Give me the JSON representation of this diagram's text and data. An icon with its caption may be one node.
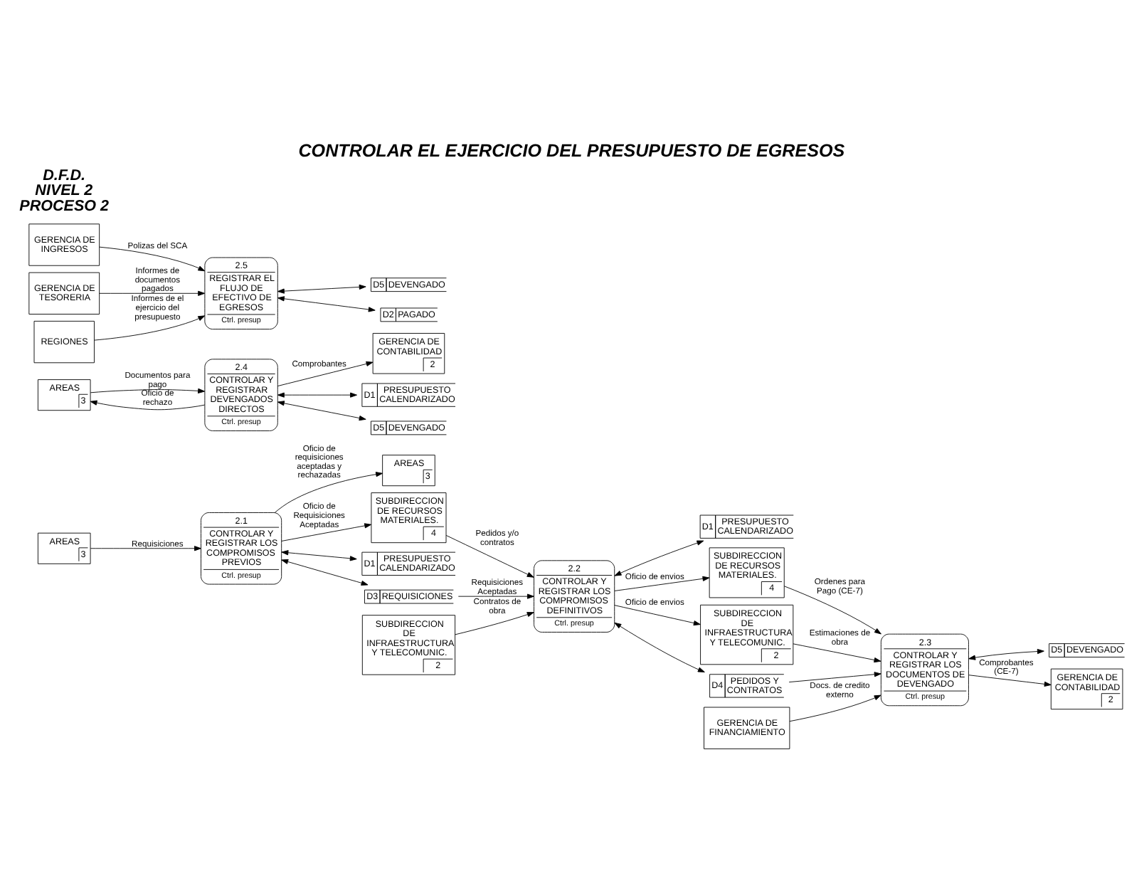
{
  "diagram": {
    "title": "CONTROLAR EL EJERCICIO DEL PRESUPUESTO DE EGRESOS",
    "nodes": [
      {
        "text": [
          "AREAS",
          "3"
        ]
      },
      {
        "text": [
          "2.1",
          "CONTROLAR Y REGISTRAR LOS COMPROMISOS PREVIOS",
          "Ctrl. presup"
        ]
      },
      {
        "text": [
          "AREAS",
          "3"
        ]
      },
      {
        "text": [
          "SUBDIRECCION DE RECURSOS MATERIALES.",
          "4"
        ]
      },
      {
        "text": [
          "D1",
          "PRESUPUESTO CALENDARIZADO"
        ]
      },
      {
        "text": [
          "D3",
          "REQUISICIONES"
        ]
      },
      {
        "text": [
          "2.2",
          "CONTROLAR Y REGISTRAR LOS COMPROMISOS DEFINITIVOS",
          "Ctrl. presup"
        ]
      },
      {
        "text": [
          "SUBDIRECCION DE INFRAESTRUCTURA Y TELECOMUNIC.",
          "2"
        ]
      },
      {
        "text": [
          "D1",
          "PRESUPUESTO CALENDARIZADO"
        ]
      },
      {
        "text": [
          "GERENCIA DE FINANCIAMIENTO"
        ]
      },
      {
        "text": [
          "SUBDIRECCION DE RECURSOS MATERIALES.",
          "4"
        ]
      },
      {
        "text": [
          "SUBDIRECCION DE INFRAESTRUCTURA Y TELECOMUNIC.",
          "2"
        ]
      },
      {
        "text": [
          "2.3",
          "CONTROLAR Y REGISTRAR LOS DOCUMENTOS DE DEVENGADO",
          "Ctrl. presup"
        ]
      },
      {
        "text": [
          "D4",
          "PEDIDOS Y CONTRATOS"
        ]
      },
      {
        "text": [
          "D5",
          "DEVENGADO"
        ]
      },
      {
        "text": [
          "GERENCIA DE CONTABILIDAD",
          "2"
        ]
      },
      {
        "text": [
          "AREAS",
          "3"
        ]
      },
      {
        "text": [
          "2.4",
          "CONTROLAR Y REGISTRAR DEVENGADOS DIRECTOS",
          "Ctrl. presup"
        ]
      },
      {
        "text": [
          "GERENCIA DE CONTABILIDAD",
          "2"
        ]
      },
      {
        "text": [
          "D1",
          "PRESUPUESTO CALENDARIZADO"
        ]
      },
      {
        "text": [
          "D5",
          "DEVENGADO"
        ]
      },
      {
        "text": [
          "GERENCIA DE INGRESOS"
        ]
      },
      {
        "text": [
          "GERENCIA DE TESORERIA"
        ]
      },
      {
        "text": [
          "REGIONES"
        ]
      },
      {
        "text": [
          "2.5",
          "REGISTRAR EL FLUJO DE EFECTIVO DE EGRESOS",
          "Ctrl. presup"
        ]
      },
      {
        "text": [
          "D5",
          "DEVENGADO"
        ]
      },
      {
        "text": [
          "D2",
          "PAGADO"
        ]
      }
    ],
    "edges": [
      {
        "from": 0,
        "to": 1,
        "arrow": "to",
        "label": "Requisiciones"
      },
      {
        "from": 1,
        "to": 2,
        "arrow": "to",
        "label": "Oficio de requisiciones aceptadas y rechazadas"
      },
      {
        "from": 1,
        "to": 3,
        "arrow": "to",
        "label": "Oficio de Requisiciones Aceptadas"
      },
      {
        "from": 1,
        "to": 4,
        "arrow": "both"
      },
      {
        "from": 1,
        "to": 5,
        "arrow": "both"
      },
      {
        "from": 3,
        "to": 6,
        "arrow": "to",
        "label": "Pedidos y/o contratos"
      },
      {
        "from": 5,
        "to": 6,
        "arrow": "to",
        "label": "Requisiciones Aceptadas"
      },
      {
        "from": 7,
        "to": 6,
        "arrow": "to",
        "label": "Contratos de obra"
      },
      {
        "from": 6,
        "to": 8,
        "arrow": "both"
      },
      {
        "from": 6,
        "to": 10,
        "arrow": "to",
        "label": "Oficio de envios"
      },
      {
        "from": 6,
        "to": 11,
        "arrow": "to",
        "label": "Oficio de envios"
      },
      {
        "from": 6,
        "to": 13,
        "arrow": "both"
      },
      {
        "from": 13,
        "to": 12,
        "arrow": "to"
      },
      {
        "from": 9,
        "to": 12,
        "arrow": "to",
        "label": "Docs. de credito externo"
      },
      {
        "from": 10,
        "to": 12,
        "arrow": "to",
        "label": "Ordenes para Pago (CE-7)"
      },
      {
        "from": 11,
        "to": 12,
        "arrow": "to",
        "label": "Estimaciones de obra"
      },
      {
        "from": 12,
        "to": 15,
        "arrow": "to",
        "label": "Comprobantes (CE-7)"
      },
      {
        "from": 12,
        "to": 14,
        "arrow": "both"
      },
      {
        "from": 17,
        "to": 16,
        "arrow": "to",
        "label": "Oficio de rechazo"
      },
      {
        "from": 16,
        "to": 17,
        "arrow": "to",
        "label": "Documentos para pago"
      },
      {
        "from": 17,
        "to": 18,
        "arrow": "to",
        "label": "Comprobantes"
      },
      {
        "from": 17,
        "to": 19,
        "arrow": "both"
      },
      {
        "from": 17,
        "to": 20,
        "arrow": "both"
      },
      {
        "from": 21,
        "to": 24,
        "arrow": "to",
        "label": "Polizas del SCA"
      },
      {
        "from": 22,
        "to": 24,
        "arrow": "to",
        "label": "Informes de documentos pagados"
      },
      {
        "from": 23,
        "to": 24,
        "arrow": "to",
        "label": "Informes de el ejercicio del presupuesto"
      },
      {
        "from": 24,
        "to": 25,
        "arrow": "both"
      },
      {
        "from": 24,
        "to": 26,
        "arrow": "both"
      }
    ],
    "labels": [
      "D.F.D. NIVEL 2 PROCESO 2"
    ]
  }
}
